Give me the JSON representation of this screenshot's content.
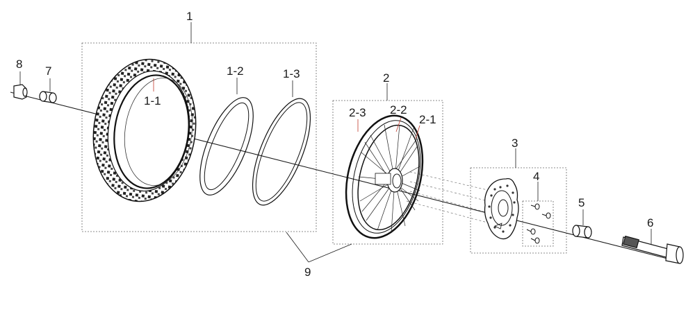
{
  "parts": {
    "p1": "1",
    "p1_1": "1-1",
    "p1_2": "1-2",
    "p1_3": "1-3",
    "p2": "2",
    "p2_1": "2-1",
    "p2_2": "2-2",
    "p2_3": "2-3",
    "p3": "3",
    "p4": "4",
    "p5": "5",
    "p6": "6",
    "p7": "7",
    "p8": "8",
    "p9": "9"
  },
  "colors": {
    "line": "#1a1a1a",
    "leader_red": "#c0392b",
    "box": "#555555"
  },
  "icons": {
    "tire": "tire-icon",
    "tube": "inner-tube-icon",
    "rim_strip": "rim-strip-icon",
    "wheel": "spoked-wheel-icon",
    "disc": "brake-disc-icon",
    "bolt": "bolt-icon",
    "spacer": "spacer-icon",
    "axle": "axle-icon",
    "nut": "nut-icon"
  }
}
